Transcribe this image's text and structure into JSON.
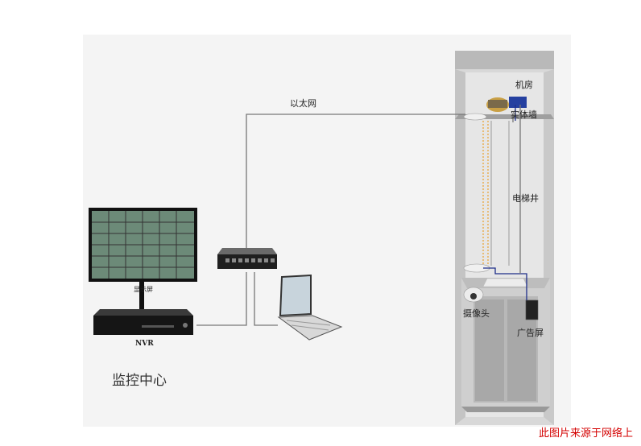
{
  "labels": {
    "ethernet": "以太网",
    "machine_room": "机房",
    "solid_wall": "实体墙",
    "shaft": "电梯井",
    "camera": "摄像头",
    "ad_screen": "广告屏",
    "monitor": "显示屏",
    "nvr": "NVR",
    "center": "监控中心",
    "source": "此图片来源于网络上"
  },
  "colors": {
    "link_gray": "#777777",
    "link_blue": "#1f2f8a",
    "link_orange": "#e8a030",
    "footer_red": "#d40000"
  },
  "icons": [
    "monitor-icon",
    "nvr-icon",
    "switch-icon",
    "laptop-icon",
    "access-point-icon",
    "camera-icon",
    "ad-screen-icon",
    "elevator-icon"
  ]
}
